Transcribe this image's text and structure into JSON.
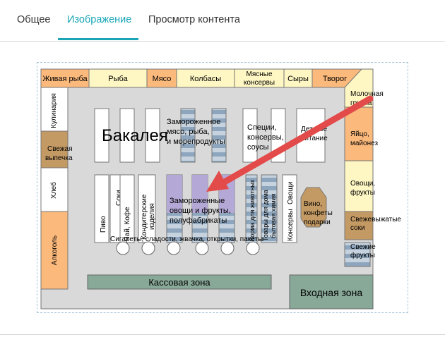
{
  "tabs": [
    {
      "label": "Общее",
      "active": false
    },
    {
      "label": "Изображение",
      "active": true
    },
    {
      "label": "Просмотр контента",
      "active": false
    }
  ],
  "accent_color": "#1aa6b7",
  "plan": {
    "top_row": [
      "Живая рыба",
      "Рыба",
      "Мясо",
      "Колбасы",
      [
        "Мясные",
        "консервы"
      ],
      "Сыры",
      "Творог"
    ],
    "left_col": [
      "Кулинария",
      [
        "Свежая",
        "выпечка"
      ],
      "Хлеб",
      "Алкоголь"
    ],
    "right_col": [
      [
        "Молочная",
        "группа"
      ],
      [
        "Яйцо,",
        "майонез"
      ],
      [
        "Овощи,",
        "фрукты"
      ],
      [
        "Свежевыжатые",
        "соки"
      ],
      [
        "Свежие",
        "фрукты"
      ]
    ],
    "grocery": "Бакалея",
    "frozen_meat": [
      "Замороженное",
      "мясо, рыба,",
      "и морепродукты"
    ],
    "spices": [
      "Специи,",
      "консервы,",
      "соусы"
    ],
    "baby": [
      "Детское",
      "питание"
    ],
    "frozen_veg": [
      "Замороженные",
      "овощи и фрукты,",
      "полуфабрикаты"
    ],
    "vertical_labels": {
      "beer": "Пиво",
      "juices": "Соки",
      "tea": "Чай, Кофе",
      "confectionery": [
        "Кондитерские",
        "изделия"
      ],
      "pet_food": "Корма для животных",
      "household": [
        "Товары для дома",
        "бытовая химия"
      ],
      "canned": "Консервы",
      "vegetables": "Овощи"
    },
    "wine": [
      "Вино,",
      "конфеты",
      "подарки"
    ],
    "checkout_items": "Сигареты, сладости, жвачка, открытки, пакеты",
    "checkout": "Кассовая зона",
    "entrance": "Входная зона"
  }
}
